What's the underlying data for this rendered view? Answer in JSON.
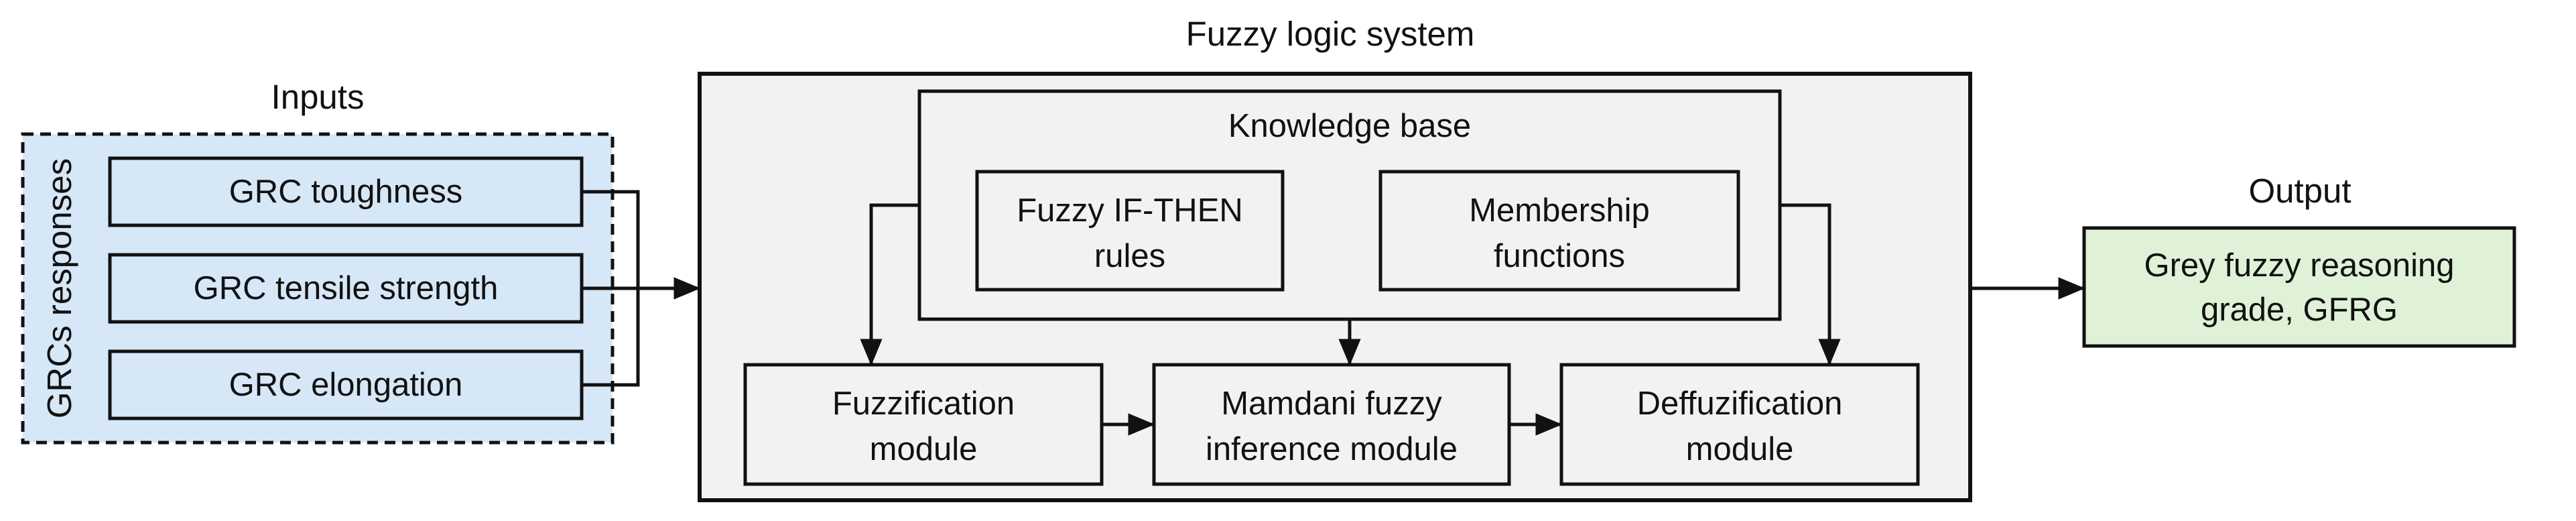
{
  "title": "Fuzzy logic system",
  "inputs": {
    "heading": "Inputs",
    "group_label": "GRCs responses",
    "items": [
      "GRC toughness",
      "GRC tensile strength",
      "GRC elongation"
    ]
  },
  "knowledge_base": {
    "title": "Knowledge base",
    "rules": [
      "Fuzzy IF-THEN",
      "rules"
    ],
    "membership": [
      "Membership",
      "functions"
    ]
  },
  "modules": {
    "fuzzification": [
      "Fuzzification",
      "module"
    ],
    "inference": [
      "Mamdani fuzzy",
      "inference module"
    ],
    "defuzzification": [
      "Deffuzification",
      "module"
    ]
  },
  "output": {
    "heading": "Output",
    "box": [
      "Grey fuzzy reasoning",
      "grade, GFRG"
    ]
  },
  "colors": {
    "input_fill": "#d6e7f7",
    "output_fill": "#dff2d8",
    "system_fill": "#f2f2f2",
    "line": "#111111"
  }
}
